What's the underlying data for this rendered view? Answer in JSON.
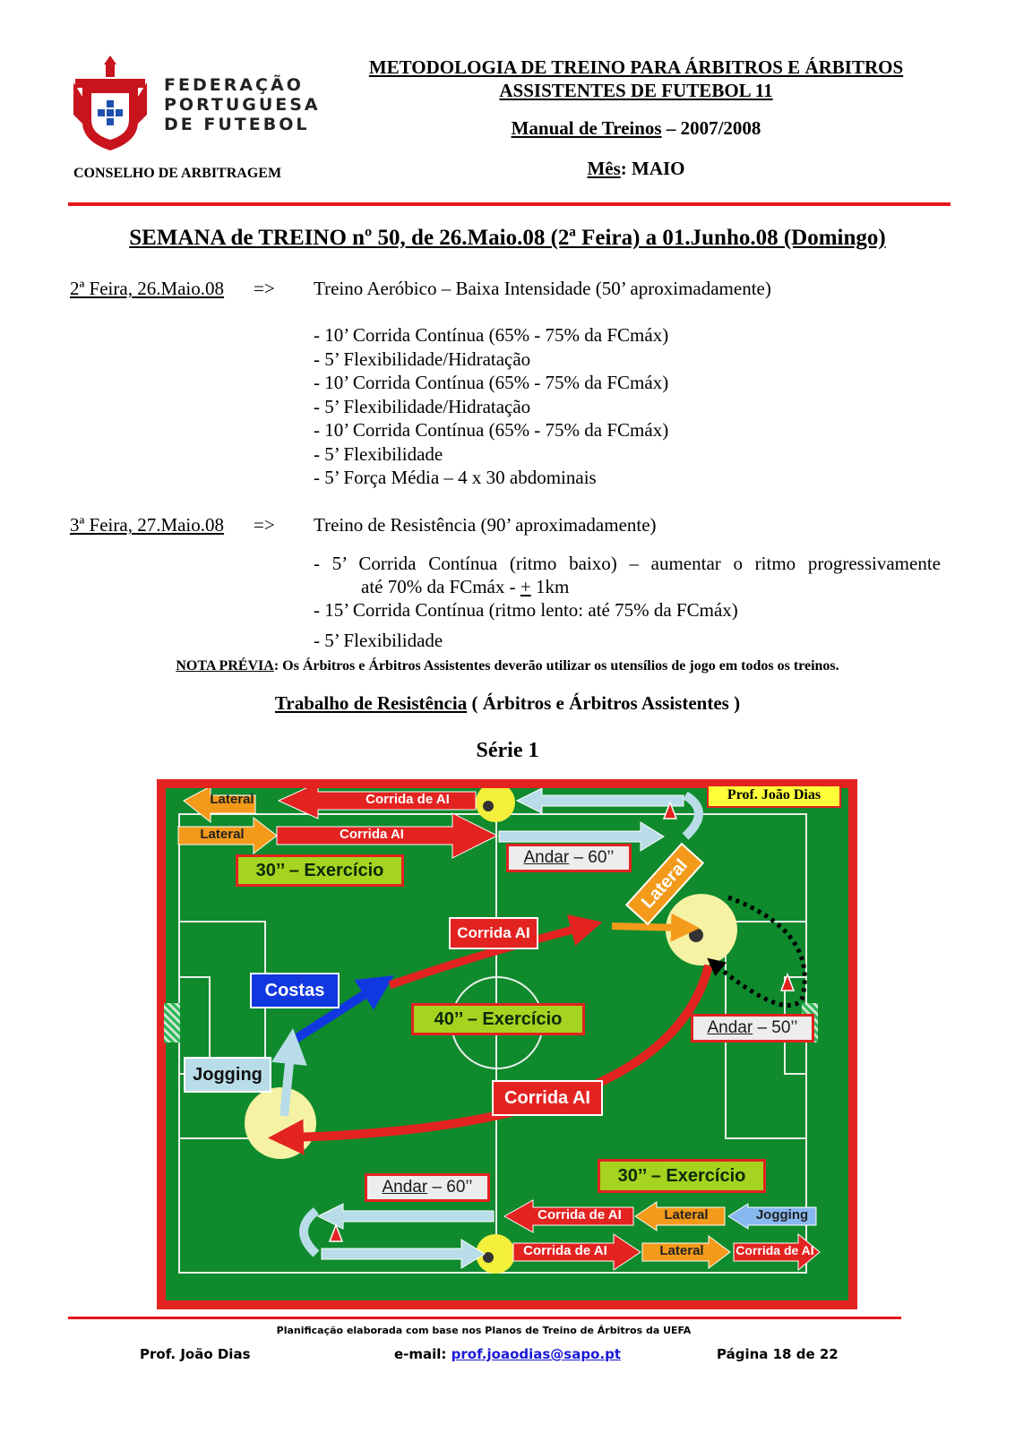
{
  "header": {
    "federation_name": [
      "FEDERAÇÃO",
      "PORTUGUESA",
      "DE FUTEBOL"
    ],
    "council": "CONSELHO DE ARBITRAGEM",
    "title_line1": "METODOLOGIA DE TREINO PARA ÁRBITROS E ÁRBITROS",
    "title_line2": "ASSISTENTES DE FUTEBOL 11",
    "manual_label": "Manual de Treinos",
    "manual_year": " – 2007/2008",
    "month_label": "Mês",
    "month_value": ": MAIO"
  },
  "week_title": "SEMANA de TREINO nº 50, de 26.Maio.08 (2ª Feira) a 01.Junho.08 (Domingo)",
  "days": [
    {
      "date": "2ª Feira, 26.Maio.08",
      "arrow": "=>",
      "session": "Treino Aeróbico – Baixa Intensidade (50’ aproximadamente)",
      "items": [
        "- 10’ Corrida Contínua (65% - 75% da FCmáx)",
        "- 5’ Flexibilidade/Hidratação",
        "- 10’ Corrida Contínua (65% - 75% da FCmáx)",
        "- 5’ Flexibilidade/Hidratação",
        "- 10’ Corrida Contínua (65% - 75% da FCmáx)",
        "- 5’ Flexibilidade",
        "- 5’ Força Média – 4 x 30 abdominais"
      ]
    },
    {
      "date": "3ª Feira, 27.Maio.08",
      "arrow": "=>",
      "session": "Treino de Resistência (90’ aproximadamente)",
      "item1_line1": "- 5’ Corrida Contínua (ritmo baixo) – aumentar o ritmo progressivamente",
      "item1_line2_a": "até 70% da FCmáx - ",
      "item1_line2_pm": "+",
      "item1_line2_b": " 1km",
      "item2": "- 15’ Corrida Contínua (ritmo lento: até 75% da FCmáx)",
      "item3": "- 5’ Flexibilidade"
    }
  ],
  "note_label": "NOTA PRÉVIA",
  "note_text": ": Os Árbitros e Árbitros Assistentes deverão utilizar os utensílios de jogo em todos os treinos.",
  "work_title": "Trabalho de Resistência",
  "work_subtitle": " ( Árbitros e Árbitros Assistentes )",
  "series_title": "Série 1",
  "diagram": {
    "author_tag": "Prof.  João Dias",
    "top_row1": [
      "Lateral",
      "Corrida de AI"
    ],
    "top_row2": [
      "Lateral",
      "Corrida AI"
    ],
    "ex30_top": "30’’ – Exercício",
    "walk60_top_a": "Andar",
    "walk60_top_b": " – 60’’",
    "lateral_diag": "Lateral",
    "corrida_ai_mid": "Corrida AI",
    "costas": "Costas",
    "ex40": "40’’ – Exercício",
    "walk50_a": "Andar",
    "walk50_b": " – 50’’",
    "jogging_left": "Jogging",
    "corrida_ai_big": "Corrida AI",
    "ex30_bottom": "30’’ – Exercício",
    "walk60_bottom_a": "Andar",
    "walk60_bottom_b": " – 60’’",
    "bottom_row1": [
      "Corrida de AI",
      "Lateral",
      "Jogging"
    ],
    "bottom_row2": [
      "Corrida de AI",
      "Lateral",
      "Corrida de AI"
    ]
  },
  "footer": {
    "basis": "Planificação elaborada com base nos Planos de Treino de Árbitros da UEFA",
    "author": "Prof. João Dias",
    "email_label": "e-mail: ",
    "email": "prof.joaodias@sapo.pt",
    "page": "Página 18 de 22"
  }
}
